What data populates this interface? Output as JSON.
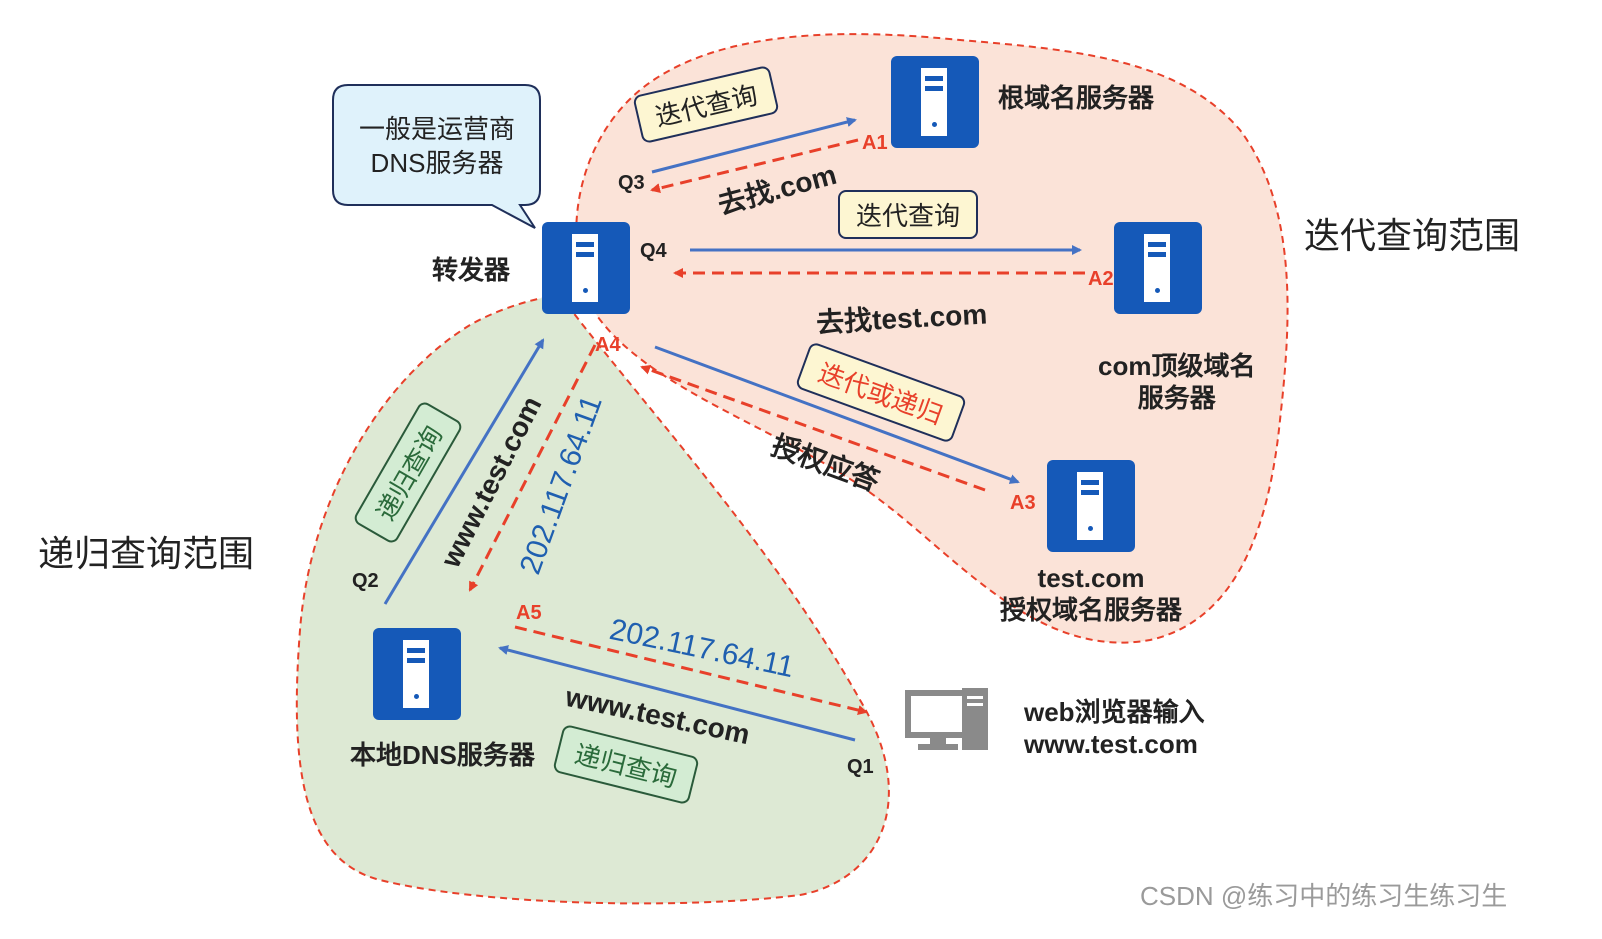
{
  "regions": {
    "iterative_label": "迭代查询范围",
    "recursive_label": "递归查询范围"
  },
  "callout": {
    "line1": "一般是运营商",
    "line2": "DNS服务器"
  },
  "servers": {
    "forwarder": "转发器",
    "root": "根域名服务器",
    "com_line1": "com顶级域名",
    "com_line2": "服务器",
    "auth_line1": "test.com",
    "auth_line2": "授权域名服务器",
    "local": "本地DNS服务器"
  },
  "client": {
    "line1": "web浏览器输入",
    "line2": "www.test.com"
  },
  "steps": {
    "q1": "Q1",
    "q2": "Q2",
    "q3": "Q3",
    "q4": "Q4",
    "a1": "A1",
    "a2": "A2",
    "a3": "A3",
    "a4": "A4",
    "a5": "A5"
  },
  "tags": {
    "iter1": "迭代查询",
    "iter2": "迭代查询",
    "iter_or_rec": "迭代或递归",
    "rec1": "递归查询",
    "rec2": "递归查询"
  },
  "arrow_texts": {
    "go_com": "去找.com",
    "go_test": "去找test.com",
    "auth_answer": "授权应答",
    "q2_domain": "www.test.com",
    "a4_ip": "202.117.64.11",
    "a5_ip": "202.117.64.11",
    "q1_domain": "www.test.com"
  },
  "colors": {
    "iterative_fill": "#fbe3d8",
    "recursive_fill": "#dde9d4",
    "boundary": "#e8402a",
    "query_arrow": "#4472c4",
    "answer_arrow": "#e8402a",
    "server": "#1559b8"
  },
  "watermark": "CSDN @练习中的练习生练习生",
  "icons": {
    "server": "server-icon",
    "computer": "computer-icon"
  }
}
